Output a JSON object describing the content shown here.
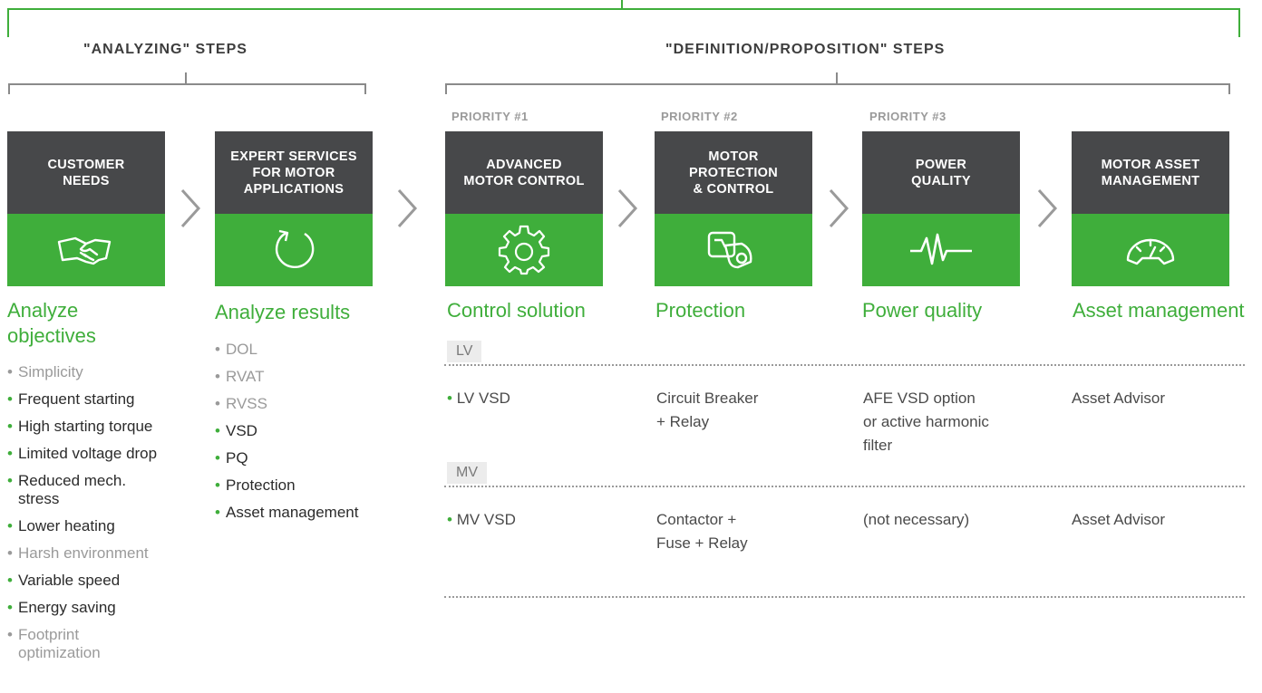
{
  "groups": {
    "analyzing_title": "\"ANALYZING\" STEPS",
    "definition_title": "\"DEFINITION/PROPOSITION\" STEPS"
  },
  "priorities": [
    "PRIORITY #1",
    "PRIORITY #2",
    "PRIORITY #3"
  ],
  "cards": [
    {
      "title": "CUSTOMER\nNEEDS",
      "icon": "handshake-icon"
    },
    {
      "title": "EXPERT SERVICES\nFOR MOTOR\nAPPLICATIONS",
      "icon": "refresh-icon"
    },
    {
      "title": "ADVANCED\nMOTOR CONTROL",
      "icon": "gear-icon"
    },
    {
      "title": "MOTOR\nPROTECTION\n& CONTROL",
      "icon": "protection-icon"
    },
    {
      "title": "POWER\nQUALITY",
      "icon": "waveform-icon"
    },
    {
      "title": "MOTOR ASSET\nMANAGEMENT",
      "icon": "gauge-icon"
    }
  ],
  "headings": {
    "analyze_objectives": "Analyze\nobjectives",
    "analyze_results": "Analyze results",
    "control_solution": "Control solution",
    "protection": "Protection",
    "power_quality": "Power quality",
    "asset_management": "Asset management"
  },
  "objectives": [
    {
      "text": "Simplicity",
      "style": "dim"
    },
    {
      "text": "Frequent starting",
      "style": "strong"
    },
    {
      "text": "High starting torque",
      "style": "strong"
    },
    {
      "text": "Limited voltage drop",
      "style": "strong"
    },
    {
      "text": "Reduced mech. stress",
      "style": "strong"
    },
    {
      "text": "Lower heating",
      "style": "strong"
    },
    {
      "text": "Harsh environment",
      "style": "dim"
    },
    {
      "text": "Variable speed",
      "style": "strong"
    },
    {
      "text": "Energy saving",
      "style": "strong"
    },
    {
      "text": "Footprint optimization",
      "style": "dim"
    }
  ],
  "results": [
    {
      "text": "DOL",
      "style": "dim"
    },
    {
      "text": "RVAT",
      "style": "dim"
    },
    {
      "text": "RVSS",
      "style": "dim"
    },
    {
      "text": "VSD",
      "style": "strong"
    },
    {
      "text": "PQ",
      "style": "strong"
    },
    {
      "text": "Protection",
      "style": "strong"
    },
    {
      "text": "Asset management",
      "style": "strong"
    }
  ],
  "voltage_rows": [
    {
      "tag": "LV",
      "control": "LV VSD",
      "protection": "Circuit Breaker\n+ Relay",
      "power_quality": "AFE VSD option\nor active harmonic\nfilter",
      "asset": "Asset Advisor"
    },
    {
      "tag": "MV",
      "control": "MV VSD",
      "protection": "Contactor +\nFuse + Relay",
      "power_quality": "(not necessary)",
      "asset": "Asset Advisor"
    }
  ],
  "colors": {
    "green": "#3fae3b",
    "dark": "#47484a",
    "bracket_gray": "#8a8a8a"
  }
}
